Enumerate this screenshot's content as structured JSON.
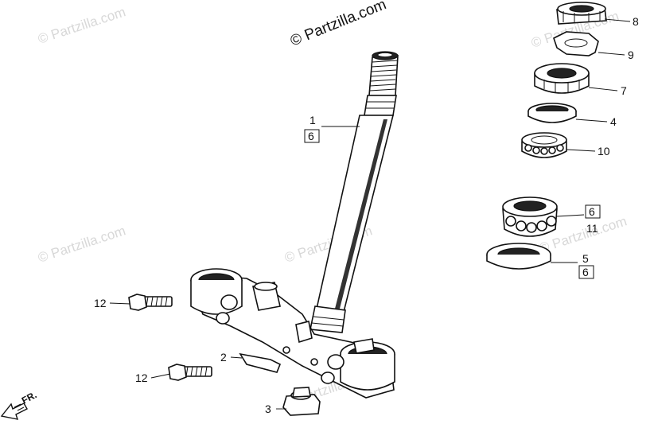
{
  "watermark": {
    "main": "© Partzilla.com",
    "faint": [
      "© Partzilla.com",
      "© Partzilla.com",
      "© Partzilla.com",
      "© Partzilla.com",
      "© Partzilla.com",
      "© Partzilla.com"
    ]
  },
  "callouts": {
    "c1": "1",
    "c1_ref": "6",
    "c2": "2",
    "c3": "3",
    "c4": "4",
    "c5": "5",
    "c5_ref": "6",
    "c7": "7",
    "c8": "8",
    "c9": "9",
    "c10": "10",
    "c11": "11",
    "c11_ref": "6",
    "c12a": "12",
    "c12b": "12"
  },
  "direction": {
    "label": "FR."
  }
}
